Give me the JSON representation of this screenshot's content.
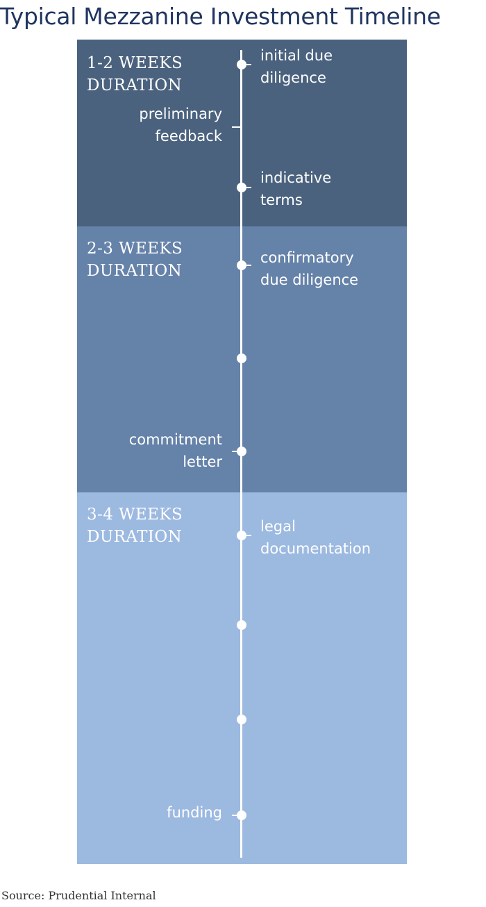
{
  "title": "Typical Mezzanine Investment Timeline",
  "source": "Source: Prudential Internal",
  "colors": {
    "title": "#1f3560",
    "phase_1": "#4a627e",
    "phase_2": "#6582a9",
    "phase_3": "#9cb9e0",
    "timeline": "#ffffff",
    "label_text": "#ffffff"
  },
  "phases": [
    {
      "line1": "1-2 WEEKS",
      "line2": "DURATION"
    },
    {
      "line1": "2-3 WEEKS",
      "line2": "DURATION"
    },
    {
      "line1": "3-4 WEEKS",
      "line2": "DURATION"
    }
  ],
  "events": [
    {
      "line1": "initial due",
      "line2": "diligence"
    },
    {
      "line1": "preliminary",
      "line2": "feedback"
    },
    {
      "line1": "indicative",
      "line2": "terms"
    },
    {
      "line1": "confirmatory",
      "line2": "due diligence"
    },
    {
      "line1": "commitment",
      "line2": "letter"
    },
    {
      "line1": "legal",
      "line2": "documentation"
    },
    {
      "line1": "funding"
    }
  ]
}
